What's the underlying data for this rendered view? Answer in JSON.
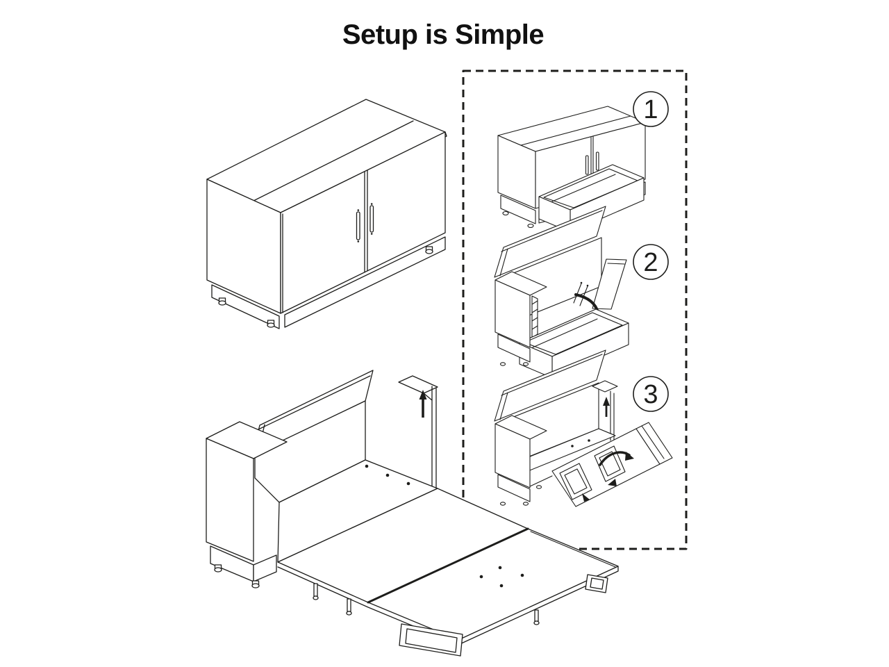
{
  "title": "Setup is Simple",
  "colors": {
    "line": "#1d1d1b",
    "background": "#ffffff"
  },
  "panel": {
    "steps": [
      {
        "number": "1"
      },
      {
        "number": "2"
      },
      {
        "number": "3"
      }
    ]
  }
}
